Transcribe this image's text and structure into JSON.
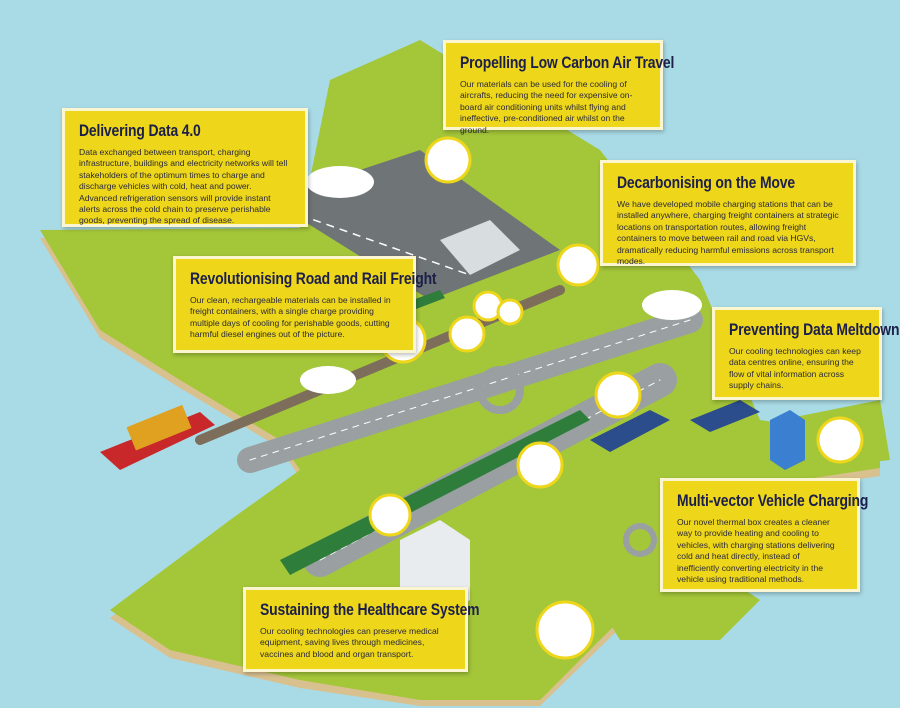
{
  "colors": {
    "sea": "#a9dbe6",
    "land": "#a4c639",
    "road": "#8f9496",
    "panel": "#eed61a",
    "title": "#1c1f4a"
  },
  "panels": [
    {
      "id": "air",
      "title": "Propelling Low Carbon Air Travel",
      "body": "Our materials can be used for the cooling of aircrafts, reducing the need for expensive on-board air conditioning units whilst flying and ineffective, pre-conditioned air whilst on the ground."
    },
    {
      "id": "data",
      "title": "Delivering Data 4.0",
      "body": "Data exchanged between transport, charging infrastructure, buildings and electricity networks will tell stakeholders of the optimum times to charge and discharge vehicles with cold, heat and power. Advanced refrigeration sensors will provide instant alerts across the cold chain to preserve perishable goods, preventing the spread of disease."
    },
    {
      "id": "move",
      "title": "Decarbonising on the Move",
      "body": "We have developed mobile charging stations that can be installed anywhere, charging freight containers at strategic locations on transportation routes, allowing freight containers to move between rail and road via HGVs, dramatically reducing harmful emissions across transport modes."
    },
    {
      "id": "freight",
      "title": "Revolutionising Road and Rail Freight",
      "body": "Our clean, rechargeable materials can be installed in freight containers, with a single charge providing multiple days of cooling for perishable goods, cutting harmful diesel engines out of the picture."
    },
    {
      "id": "meltdown",
      "title": "Preventing Data Meltdowns",
      "body": "Our cooling technologies can keep data centres online, ensuring the flow of vital information across supply chains."
    },
    {
      "id": "charging",
      "title": "Multi-vector Vehicle Charging",
      "body": "Our novel thermal box creates a cleaner way to provide heating and cooling to vehicles, with charging stations delivering cold and heat directly, instead of inefficiently converting electricity in the vehicle using traditional methods."
    },
    {
      "id": "health",
      "title": "Sustaining the Healthcare System",
      "body": "Our cooling technologies can preserve medical equipment, saving lives through medicines, vaccines and blood and organ transport."
    }
  ]
}
